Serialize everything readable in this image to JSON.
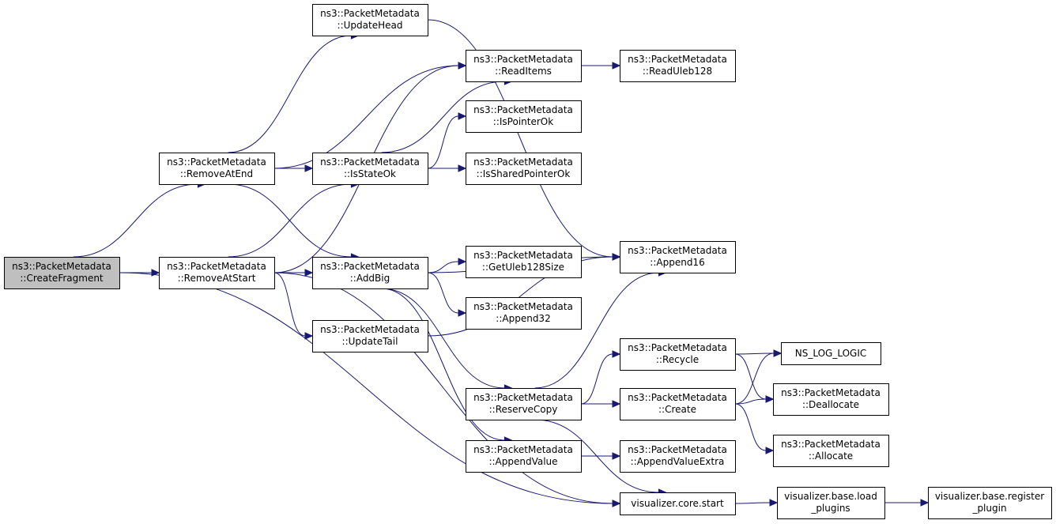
{
  "diagram": {
    "nodes": [
      {
        "id": "createfragment",
        "line1": "ns3::PacketMetadata",
        "line2": "::CreateFragment"
      },
      {
        "id": "removeatend",
        "line1": "ns3::PacketMetadata",
        "line2": "::RemoveAtEnd"
      },
      {
        "id": "removeatstart",
        "line1": "ns3::PacketMetadata",
        "line2": "::RemoveAtStart"
      },
      {
        "id": "updatehead",
        "line1": "ns3::PacketMetadata",
        "line2": "::UpdateHead"
      },
      {
        "id": "isstateok",
        "line1": "ns3::PacketMetadata",
        "line2": "::IsStateOk"
      },
      {
        "id": "addbig",
        "line1": "ns3::PacketMetadata",
        "line2": "::AddBig"
      },
      {
        "id": "updatetail",
        "line1": "ns3::PacketMetadata",
        "line2": "::UpdateTail"
      },
      {
        "id": "readitems",
        "line1": "ns3::PacketMetadata",
        "line2": "::ReadItems"
      },
      {
        "id": "ispointerok",
        "line1": "ns3::PacketMetadata",
        "line2": "::IsPointerOk"
      },
      {
        "id": "issharedpointerok",
        "line1": "ns3::PacketMetadata",
        "line2": "::IsSharedPointerOk"
      },
      {
        "id": "getuleb128size",
        "line1": "ns3::PacketMetadata",
        "line2": "::GetUleb128Size"
      },
      {
        "id": "append32",
        "line1": "ns3::PacketMetadata",
        "line2": "::Append32"
      },
      {
        "id": "reservecopy",
        "line1": "ns3::PacketMetadata",
        "line2": "::ReserveCopy"
      },
      {
        "id": "appendvalue",
        "line1": "ns3::PacketMetadata",
        "line2": "::AppendValue"
      },
      {
        "id": "readuleb128",
        "line1": "ns3::PacketMetadata",
        "line2": "::ReadUleb128"
      },
      {
        "id": "append16",
        "line1": "ns3::PacketMetadata",
        "line2": "::Append16"
      },
      {
        "id": "recycle",
        "line1": "ns3::PacketMetadata",
        "line2": "::Recycle"
      },
      {
        "id": "create",
        "line1": "ns3::PacketMetadata",
        "line2": "::Create"
      },
      {
        "id": "appendvalueextra",
        "line1": "ns3::PacketMetadata",
        "line2": "::AppendValueExtra"
      },
      {
        "id": "corestart",
        "line1": "visualizer.core.start",
        "line2": ""
      },
      {
        "id": "nsloglogic",
        "line1": "NS_LOG_LOGIC",
        "line2": ""
      },
      {
        "id": "deallocate",
        "line1": "ns3::PacketMetadata",
        "line2": "::Deallocate"
      },
      {
        "id": "allocate",
        "line1": "ns3::PacketMetadata",
        "line2": "::Allocate"
      },
      {
        "id": "loadplugins",
        "line1": "visualizer.base.load",
        "line2": "_plugins"
      },
      {
        "id": "registerplugin",
        "line1": "visualizer.base.register",
        "line2": "_plugin"
      }
    ],
    "edges": [
      {
        "from": "createfragment",
        "to": "removeatend"
      },
      {
        "from": "createfragment",
        "to": "removeatstart"
      },
      {
        "from": "createfragment",
        "to": "corestart"
      },
      {
        "from": "removeatend",
        "to": "updatehead"
      },
      {
        "from": "removeatend",
        "to": "readitems"
      },
      {
        "from": "removeatend",
        "to": "isstateok"
      },
      {
        "from": "removeatend",
        "to": "addbig"
      },
      {
        "from": "removeatstart",
        "to": "readitems"
      },
      {
        "from": "removeatstart",
        "to": "isstateok"
      },
      {
        "from": "removeatstart",
        "to": "addbig"
      },
      {
        "from": "removeatstart",
        "to": "updatetail"
      },
      {
        "from": "removeatstart",
        "to": "corestart"
      },
      {
        "from": "updatehead",
        "to": "append16"
      },
      {
        "from": "isstateok",
        "to": "readitems"
      },
      {
        "from": "isstateok",
        "to": "ispointerok"
      },
      {
        "from": "isstateok",
        "to": "issharedpointerok"
      },
      {
        "from": "addbig",
        "to": "append16"
      },
      {
        "from": "addbig",
        "to": "getuleb128size"
      },
      {
        "from": "addbig",
        "to": "append32"
      },
      {
        "from": "addbig",
        "to": "reservecopy"
      },
      {
        "from": "addbig",
        "to": "appendvalue"
      },
      {
        "from": "updatetail",
        "to": "append16"
      },
      {
        "from": "readitems",
        "to": "readuleb128"
      },
      {
        "from": "reservecopy",
        "to": "append16"
      },
      {
        "from": "reservecopy",
        "to": "recycle"
      },
      {
        "from": "reservecopy",
        "to": "create"
      },
      {
        "from": "reservecopy",
        "to": "corestart"
      },
      {
        "from": "appendvalue",
        "to": "appendvalueextra"
      },
      {
        "from": "recycle",
        "to": "nsloglogic"
      },
      {
        "from": "recycle",
        "to": "deallocate"
      },
      {
        "from": "create",
        "to": "nsloglogic"
      },
      {
        "from": "create",
        "to": "deallocate"
      },
      {
        "from": "create",
        "to": "allocate"
      },
      {
        "from": "corestart",
        "to": "loadplugins"
      },
      {
        "from": "loadplugins",
        "to": "registerplugin"
      }
    ]
  }
}
